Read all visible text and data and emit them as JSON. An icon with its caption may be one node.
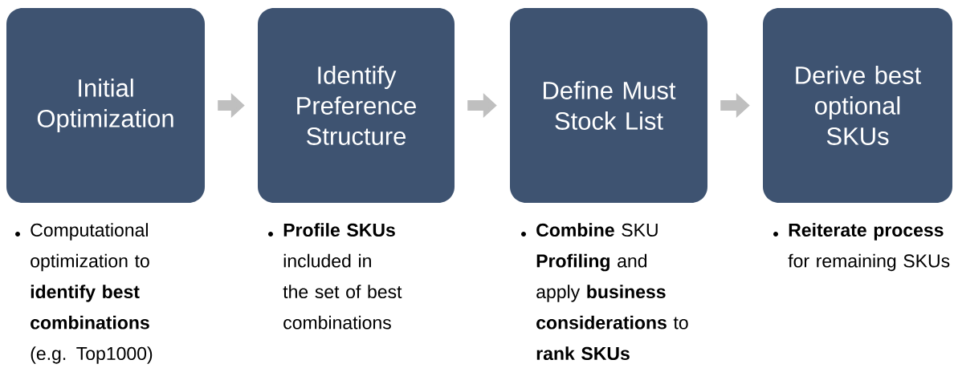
{
  "diagram": {
    "nodes": [
      {
        "text": [
          "Initial Optimization"
        ],
        "beside": [
          "Computational optimization to **identify best combinations** (e.g. Top1000)"
        ]
      },
      {
        "text": [
          "Identify Preference Structure"
        ],
        "beside": [
          "**Profile SKUs** included in the set of best combinations"
        ]
      },
      {
        "text": [
          "Define Must Stock List"
        ],
        "beside": [
          "**Combine** SKU **Profiling** and apply **business considerations** to **rank SKUs**"
        ]
      },
      {
        "text": [
          "Derive best optional SKUs"
        ],
        "beside": [
          "**Reiterate process** for remaining SKUs"
        ]
      }
    ],
    "edges": [
      {
        "from": 0,
        "to": 1,
        "arrow": "to"
      },
      {
        "from": 1,
        "to": 2,
        "arrow": "to"
      },
      {
        "from": 2,
        "to": 3,
        "arrow": "to"
      }
    ]
  }
}
